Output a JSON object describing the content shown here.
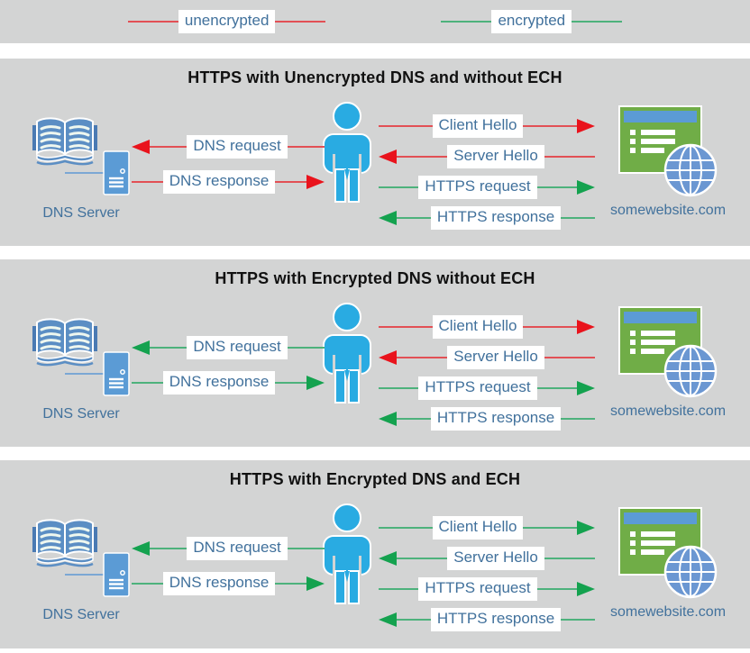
{
  "colors": {
    "panel_bg": "#d3d4d4",
    "unencrypted_red": "#e9131c",
    "encrypted_green": "#14a24f",
    "label_text_blue": "#41719c",
    "title_text": "#111111",
    "person_blue": "#29abe2",
    "book_blue": "#5b8ec4",
    "server_blue": "#5b9bd5",
    "website_green": "#70ad47",
    "website_titlebar_blue": "#5b9bd5",
    "globe_blue": "#6b97d2"
  },
  "legend": {
    "items": [
      {
        "label": "unencrypted",
        "color": "red"
      },
      {
        "label": "encrypted",
        "color": "green"
      }
    ]
  },
  "panels": [
    {
      "title": "HTTPS with Unencrypted DNS and without ECH",
      "dns_server_label": "DNS Server",
      "website_label": "somewebsite.com",
      "dns_arrows": [
        {
          "label": "DNS request",
          "color": "red",
          "direction": "left"
        },
        {
          "label": "DNS response",
          "color": "red",
          "direction": "right"
        }
      ],
      "https_arrows": [
        {
          "label": "Client Hello",
          "color": "red",
          "direction": "right"
        },
        {
          "label": "Server Hello",
          "color": "red",
          "direction": "left"
        },
        {
          "label": "HTTPS request",
          "color": "green",
          "direction": "right"
        },
        {
          "label": "HTTPS response",
          "color": "green",
          "direction": "left"
        }
      ]
    },
    {
      "title": "HTTPS with Encrypted DNS without ECH",
      "dns_server_label": "DNS Server",
      "website_label": "somewebsite.com",
      "dns_arrows": [
        {
          "label": "DNS request",
          "color": "green",
          "direction": "left"
        },
        {
          "label": "DNS response",
          "color": "green",
          "direction": "right"
        }
      ],
      "https_arrows": [
        {
          "label": "Client Hello",
          "color": "red",
          "direction": "right"
        },
        {
          "label": "Server Hello",
          "color": "red",
          "direction": "left"
        },
        {
          "label": "HTTPS request",
          "color": "green",
          "direction": "right"
        },
        {
          "label": "HTTPS response",
          "color": "green",
          "direction": "left"
        }
      ]
    },
    {
      "title": "HTTPS with Encrypted DNS and ECH",
      "dns_server_label": "DNS Server",
      "website_label": "somewebsite.com",
      "dns_arrows": [
        {
          "label": "DNS request",
          "color": "green",
          "direction": "left"
        },
        {
          "label": "DNS response",
          "color": "green",
          "direction": "right"
        }
      ],
      "https_arrows": [
        {
          "label": "Client Hello",
          "color": "green",
          "direction": "right"
        },
        {
          "label": "Server Hello",
          "color": "green",
          "direction": "left"
        },
        {
          "label": "HTTPS request",
          "color": "green",
          "direction": "right"
        },
        {
          "label": "HTTPS response",
          "color": "green",
          "direction": "left"
        }
      ]
    }
  ]
}
